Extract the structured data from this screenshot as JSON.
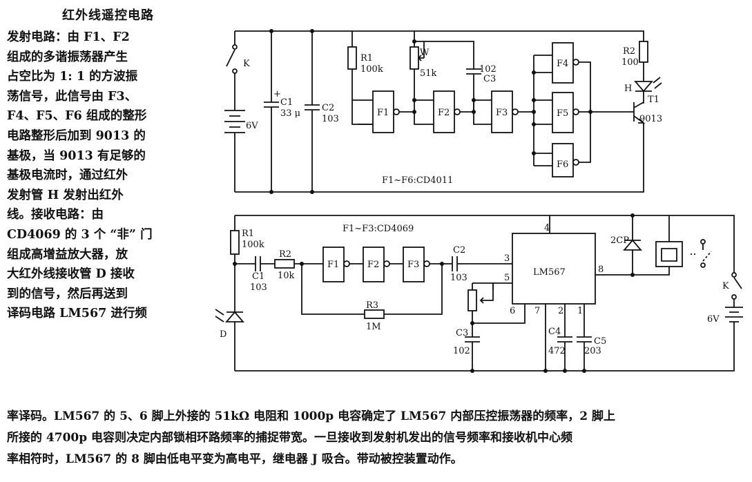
{
  "title": "红外线遥控电路",
  "side_lines": [
    "发射电路：由 F1、F2",
    "组成的多谐振荡器产生",
    "占空比为 1: 1 的方波振",
    "荡信号，此信号由 F3、",
    "F4、F5、F6 组成的整形",
    "电路整形后加到 9013 的",
    "基极，当 9013 有足够的",
    "基极电流时，通过红外",
    "发射管 H 发射出红外",
    "线。接收电路：由",
    "CD4069 的 3 个 “非” 门",
    "组成高增益放大器，放",
    "大红外线接收管 D 接收",
    "到的信号，然后再送到",
    "译码电路 LM567 进行频"
  ],
  "bottom_lines": [
    "率译码。LM567 的 5、6 脚上外接的 51kΩ 电阻和 1000p 电容确定了 LM567 内部压控振荡器的频率，2 脚上",
    "所接的 4700p 电容则决定内部锁相环路频率的捕捉带宽。一旦接收到发射机发出的信号频率和接收机中心频",
    "率相符时，LM567 的 8 脚由低电平变为高电平，继电器 J 吸合。带动被控装置动作。"
  ],
  "tx": {
    "K": "K",
    "V": "6V",
    "C1": "C1",
    "C1v": "33 μ",
    "C2": "C2",
    "C2v": "103",
    "R1": "R1",
    "R1v": "100k",
    "W": "W",
    "Wv": "51k",
    "C3v": "102",
    "C3": "C3",
    "F1": "F1",
    "F2": "F2",
    "F3": "F3",
    "F4": "F4",
    "F5": "F5",
    "F6": "F6",
    "R2": "R2",
    "R2v": "100",
    "H": "H",
    "T1": "T1",
    "T1v": "9013",
    "note": "F1~F6:CD4011"
  },
  "rx": {
    "R1": "R1",
    "R1v": "100k",
    "C1": "C1",
    "C1v": "103",
    "R2": "R2",
    "R2v": "10k",
    "note": "F1~F3:CD4069",
    "F1": "F1",
    "F2": "F2",
    "F3": "F3",
    "C2": "C2",
    "C2v": "103",
    "R3": "R3",
    "R3v": "1M",
    "D": "D",
    "C3": "C3",
    "C3v": "102",
    "C4": "C4",
    "C4v": "472",
    "C5": "C5",
    "C5v": "203",
    "IC": "LM567",
    "p3": "3",
    "p4": "4",
    "p5": "5",
    "p6": "6",
    "p7": "7",
    "p2": "2",
    "p1": "1",
    "p8": "8",
    "CP": "2CP",
    "K": "K",
    "V": "6V"
  }
}
